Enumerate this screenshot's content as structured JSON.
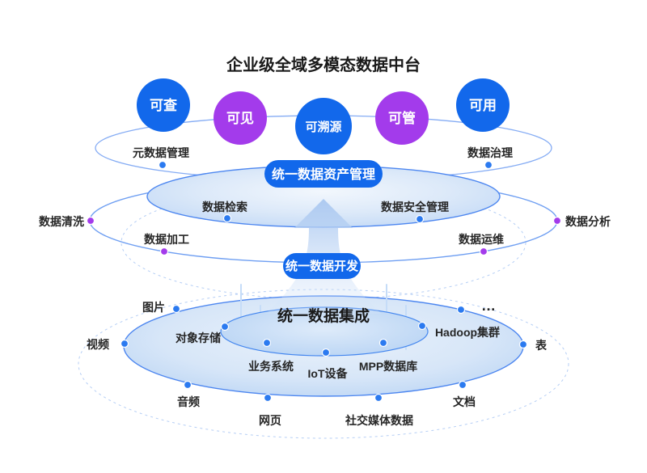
{
  "title": "企业级全域多模态数据中台",
  "colors": {
    "primary_blue": "#1268EB",
    "accent_purple": "#A33BEB",
    "dot_blue": "#2B7AF0",
    "dot_purple": "#A33BEB"
  },
  "capability_bubbles": [
    {
      "label": "可查",
      "color": "#1268EB"
    },
    {
      "label": "可见",
      "color": "#A33BEB"
    },
    {
      "label": "可溯源",
      "color": "#1268EB"
    },
    {
      "label": "可管",
      "color": "#A33BEB"
    },
    {
      "label": "可用",
      "color": "#1268EB"
    }
  ],
  "asset_layer": {
    "pill_label": "统一数据资产管理",
    "labels": [
      "元数据管理",
      "数据治理",
      "数据检索",
      "数据安全管理"
    ]
  },
  "dev_layer": {
    "pill_label": "统一数据开发",
    "labels": [
      "数据清洗",
      "数据分析",
      "数据加工",
      "数据运维"
    ]
  },
  "integration_layer": {
    "title": "统一数据集成",
    "platform_nodes": [
      "对象存储",
      "业务系统",
      "IoT设备",
      "MPP数据库",
      "Hadoop集群"
    ],
    "source_nodes": [
      "图片",
      "视频",
      "音频",
      "网页",
      "社交媒体数据",
      "文档",
      "表",
      "…"
    ]
  }
}
